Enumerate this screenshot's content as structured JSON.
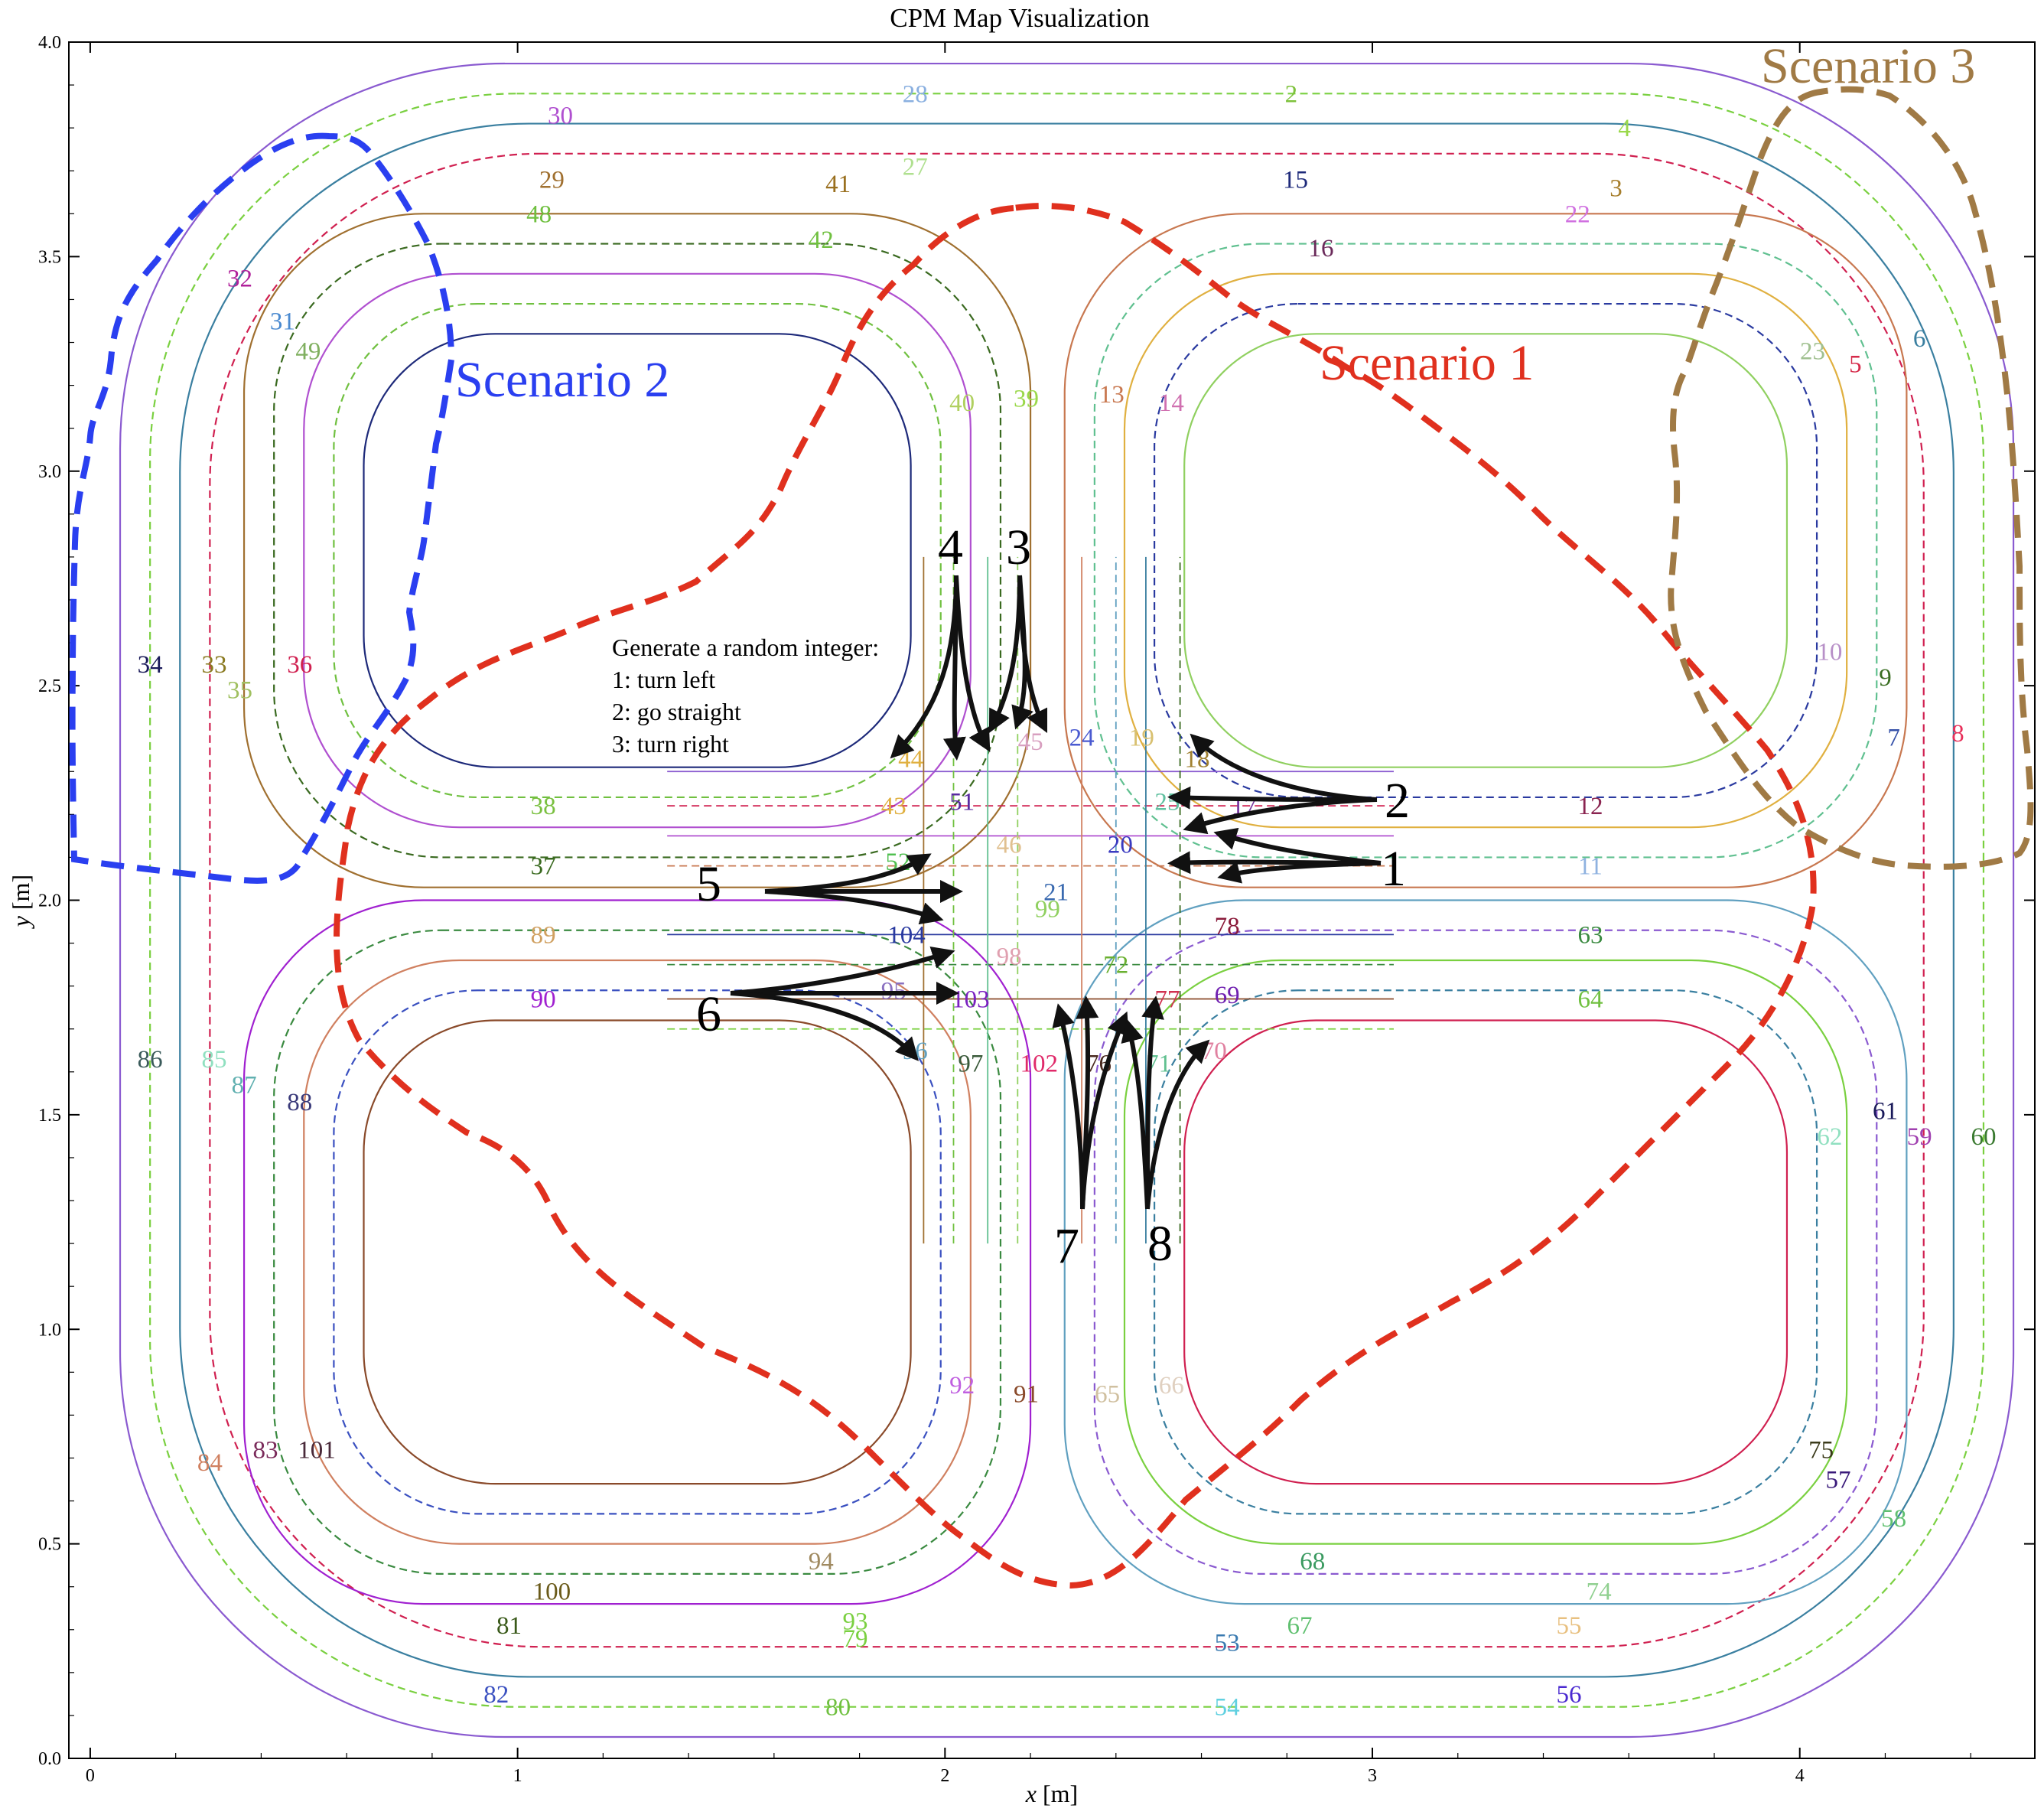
{
  "chart_data": {
    "type": "diagram",
    "title": "CPM Map Visualization",
    "xlabel_var": "x",
    "xlabel_unit": " [m]",
    "ylabel_var": "y",
    "ylabel_unit": " [m]",
    "xlim": [
      -0.05,
      4.55
    ],
    "ylim": [
      0.0,
      4.0
    ],
    "xticks": [
      "0",
      "1",
      "2",
      "3",
      "4"
    ],
    "xtick_values": [
      0,
      1,
      2,
      3,
      4
    ],
    "yticks": [
      "0.0",
      "0.5",
      "1.0",
      "1.5",
      "2.0",
      "2.5",
      "3.0",
      "3.5",
      "4.0"
    ],
    "ytick_values": [
      0.0,
      0.5,
      1.0,
      1.5,
      2.0,
      2.5,
      3.0,
      3.5,
      4.0
    ],
    "scenarios": [
      {
        "label": "Scenario 1",
        "color": "#e0301e"
      },
      {
        "label": "Scenario 2",
        "color": "#2a3ff0"
      },
      {
        "label": "Scenario 3",
        "color": "#a07a45"
      }
    ],
    "instruction_lines": [
      "Generate a random integer:",
      "1: turn left",
      "2: go straight",
      "3: turn right"
    ],
    "entry_labels": [
      "1",
      "2",
      "3",
      "4",
      "5",
      "6",
      "7",
      "8"
    ],
    "lane_labels": [
      {
        "t": "2",
        "x": 2.81,
        "y": 3.88,
        "c": "#7ec23c"
      },
      {
        "t": "3",
        "x": 3.57,
        "y": 3.66,
        "c": "#a67e2c"
      },
      {
        "t": "4",
        "x": 3.59,
        "y": 3.8,
        "c": "#9ad84a"
      },
      {
        "t": "5",
        "x": 4.13,
        "y": 3.25,
        "c": "#d62a4a"
      },
      {
        "t": "6",
        "x": 4.28,
        "y": 3.31,
        "c": "#3a7fa0"
      },
      {
        "t": "7",
        "x": 4.22,
        "y": 2.38,
        "c": "#3450a8"
      },
      {
        "t": "8",
        "x": 4.37,
        "y": 2.39,
        "c": "#e8305a"
      },
      {
        "t": "9",
        "x": 4.2,
        "y": 2.52,
        "c": "#3a6e22"
      },
      {
        "t": "10",
        "x": 4.07,
        "y": 2.58,
        "c": "#b890c8"
      },
      {
        "t": "11",
        "x": 3.51,
        "y": 2.08,
        "c": "#8fb2e0"
      },
      {
        "t": "12",
        "x": 3.51,
        "y": 2.22,
        "c": "#8a2450"
      },
      {
        "t": "13",
        "x": 2.39,
        "y": 3.18,
        "c": "#c87850"
      },
      {
        "t": "14",
        "x": 2.53,
        "y": 3.16,
        "c": "#d070b0"
      },
      {
        "t": "15",
        "x": 2.82,
        "y": 3.68,
        "c": "#1e2a7a"
      },
      {
        "t": "16",
        "x": 2.88,
        "y": 3.52,
        "c": "#6a2a5a"
      },
      {
        "t": "17",
        "x": 2.7,
        "y": 2.22,
        "c": "#7a3aa0"
      },
      {
        "t": "18",
        "x": 2.59,
        "y": 2.33,
        "c": "#a08030"
      },
      {
        "t": "19",
        "x": 2.46,
        "y": 2.38,
        "c": "#d8c070"
      },
      {
        "t": "20",
        "x": 2.41,
        "y": 2.13,
        "c": "#3a3ac0"
      },
      {
        "t": "21",
        "x": 2.26,
        "y": 2.02,
        "c": "#3a6ab0"
      },
      {
        "t": "22",
        "x": 3.48,
        "y": 3.6,
        "c": "#d070e0"
      },
      {
        "t": "23",
        "x": 4.03,
        "y": 3.28,
        "c": "#a0c090"
      },
      {
        "t": "24",
        "x": 2.32,
        "y": 2.38,
        "c": "#4a5ad0"
      },
      {
        "t": "25",
        "x": 2.52,
        "y": 2.23,
        "c": "#60c0a0"
      },
      {
        "t": "27",
        "x": 1.93,
        "y": 3.71,
        "c": "#b0e090"
      },
      {
        "t": "28",
        "x": 1.93,
        "y": 3.88,
        "c": "#8ab0e0"
      },
      {
        "t": "29",
        "x": 1.08,
        "y": 3.68,
        "c": "#a07030"
      },
      {
        "t": "30",
        "x": 1.1,
        "y": 3.83,
        "c": "#b050d0"
      },
      {
        "t": "31",
        "x": 0.45,
        "y": 3.35,
        "c": "#4a8ad0"
      },
      {
        "t": "32",
        "x": 0.35,
        "y": 3.45,
        "c": "#b0209a"
      },
      {
        "t": "33",
        "x": 0.29,
        "y": 2.55,
        "c": "#8a7a20"
      },
      {
        "t": "34",
        "x": 0.14,
        "y": 2.55,
        "c": "#1a1a5a"
      },
      {
        "t": "35",
        "x": 0.35,
        "y": 2.49,
        "c": "#a0c060"
      },
      {
        "t": "36",
        "x": 0.49,
        "y": 2.55,
        "c": "#d02050"
      },
      {
        "t": "37",
        "x": 1.06,
        "y": 2.08,
        "c": "#3a6a20"
      },
      {
        "t": "38",
        "x": 1.06,
        "y": 2.22,
        "c": "#7ac040"
      },
      {
        "t": "39",
        "x": 2.19,
        "y": 3.17,
        "c": "#9ad84a"
      },
      {
        "t": "40",
        "x": 2.04,
        "y": 3.16,
        "c": "#b0d060"
      },
      {
        "t": "41",
        "x": 1.75,
        "y": 3.67,
        "c": "#9a7020"
      },
      {
        "t": "42",
        "x": 1.71,
        "y": 3.54,
        "c": "#70c040"
      },
      {
        "t": "43",
        "x": 1.88,
        "y": 2.22,
        "c": "#e0b040"
      },
      {
        "t": "44",
        "x": 1.92,
        "y": 2.33,
        "c": "#e0b040"
      },
      {
        "t": "45",
        "x": 2.2,
        "y": 2.37,
        "c": "#d8a0c0"
      },
      {
        "t": "46",
        "x": 2.15,
        "y": 2.13,
        "c": "#e0c090"
      },
      {
        "t": "48",
        "x": 1.05,
        "y": 3.6,
        "c": "#70c040"
      },
      {
        "t": "49",
        "x": 0.51,
        "y": 3.28,
        "c": "#80b060"
      },
      {
        "t": "51",
        "x": 2.04,
        "y": 2.23,
        "c": "#5a2aa0"
      },
      {
        "t": "52",
        "x": 1.89,
        "y": 2.09,
        "c": "#50c050"
      },
      {
        "t": "53",
        "x": 2.66,
        "y": 0.27,
        "c": "#3a7ab0"
      },
      {
        "t": "54",
        "x": 2.66,
        "y": 0.12,
        "c": "#60d0e0"
      },
      {
        "t": "55",
        "x": 3.46,
        "y": 0.31,
        "c": "#e8c080"
      },
      {
        "t": "56",
        "x": 3.46,
        "y": 0.15,
        "c": "#4a2ad0"
      },
      {
        "t": "57",
        "x": 4.09,
        "y": 0.65,
        "c": "#3a1a7a"
      },
      {
        "t": "58",
        "x": 4.22,
        "y": 0.56,
        "c": "#60c070"
      },
      {
        "t": "59",
        "x": 4.28,
        "y": 1.45,
        "c": "#a040b0"
      },
      {
        "t": "60",
        "x": 4.43,
        "y": 1.45,
        "c": "#3a7a30"
      },
      {
        "t": "61",
        "x": 4.2,
        "y": 1.51,
        "c": "#1a1a5a"
      },
      {
        "t": "62",
        "x": 4.07,
        "y": 1.45,
        "c": "#90e0c0"
      },
      {
        "t": "63",
        "x": 3.51,
        "y": 1.92,
        "c": "#3a8a40"
      },
      {
        "t": "64",
        "x": 3.51,
        "y": 1.77,
        "c": "#70c040"
      },
      {
        "t": "65",
        "x": 2.38,
        "y": 0.85,
        "c": "#d0c0a0"
      },
      {
        "t": "66",
        "x": 2.53,
        "y": 0.87,
        "c": "#e0d0c0"
      },
      {
        "t": "67",
        "x": 2.83,
        "y": 0.31,
        "c": "#60c070"
      },
      {
        "t": "68",
        "x": 2.86,
        "y": 0.46,
        "c": "#3a9a60"
      },
      {
        "t": "69",
        "x": 2.66,
        "y": 1.78,
        "c": "#7020b0"
      },
      {
        "t": "70",
        "x": 2.63,
        "y": 1.65,
        "c": "#e080a0"
      },
      {
        "t": "71",
        "x": 2.5,
        "y": 1.62,
        "c": "#60c090"
      },
      {
        "t": "72",
        "x": 2.4,
        "y": 1.85,
        "c": "#6ab030"
      },
      {
        "t": "74",
        "x": 3.53,
        "y": 0.39,
        "c": "#90d090"
      },
      {
        "t": "75",
        "x": 4.05,
        "y": 0.72,
        "c": "#3a3a1a"
      },
      {
        "t": "76",
        "x": 2.36,
        "y": 1.62,
        "c": "#4a2a20"
      },
      {
        "t": "77",
        "x": 2.52,
        "y": 1.77,
        "c": "#d03050"
      },
      {
        "t": "78",
        "x": 2.66,
        "y": 1.94,
        "c": "#8a1a3a"
      },
      {
        "t": "79",
        "x": 1.79,
        "y": 0.28,
        "c": "#7ad040"
      },
      {
        "t": "80",
        "x": 1.75,
        "y": 0.12,
        "c": "#70c040"
      },
      {
        "t": "81",
        "x": 0.98,
        "y": 0.31,
        "c": "#3a5a1a"
      },
      {
        "t": "82",
        "x": 0.95,
        "y": 0.15,
        "c": "#3a50c0"
      },
      {
        "t": "83",
        "x": 0.41,
        "y": 0.72,
        "c": "#7a2a5a"
      },
      {
        "t": "84",
        "x": 0.28,
        "y": 0.69,
        "c": "#d08060"
      },
      {
        "t": "85",
        "x": 0.29,
        "y": 1.63,
        "c": "#90e0c0"
      },
      {
        "t": "86",
        "x": 0.14,
        "y": 1.63,
        "c": "#3a5a5a"
      },
      {
        "t": "87",
        "x": 0.36,
        "y": 1.57,
        "c": "#60b0b0"
      },
      {
        "t": "88",
        "x": 0.49,
        "y": 1.53,
        "c": "#3a3a7a"
      },
      {
        "t": "89",
        "x": 1.06,
        "y": 1.92,
        "c": "#d0a060"
      },
      {
        "t": "90",
        "x": 1.06,
        "y": 1.77,
        "c": "#a020d0"
      },
      {
        "t": "91",
        "x": 2.19,
        "y": 0.85,
        "c": "#8a4a2a"
      },
      {
        "t": "92",
        "x": 2.04,
        "y": 0.87,
        "c": "#c060e0"
      },
      {
        "t": "93",
        "x": 1.79,
        "y": 0.32,
        "c": "#7ad040"
      },
      {
        "t": "94",
        "x": 1.71,
        "y": 0.46,
        "c": "#a08a60"
      },
      {
        "t": "95",
        "x": 1.88,
        "y": 1.79,
        "c": "#8a70c0"
      },
      {
        "t": "96",
        "x": 1.93,
        "y": 1.65,
        "c": "#60a0c0"
      },
      {
        "t": "97",
        "x": 2.06,
        "y": 1.62,
        "c": "#3a5a3a"
      },
      {
        "t": "98",
        "x": 2.15,
        "y": 1.87,
        "c": "#e0a0b0"
      },
      {
        "t": "99",
        "x": 2.24,
        "y": 1.98,
        "c": "#90d060"
      },
      {
        "t": "100",
        "x": 1.08,
        "y": 0.39,
        "c": "#6a5a1a"
      },
      {
        "t": "101",
        "x": 0.53,
        "y": 0.72,
        "c": "#4a2a3a"
      },
      {
        "t": "102",
        "x": 2.22,
        "y": 1.62,
        "c": "#e02a6a"
      },
      {
        "t": "103",
        "x": 2.06,
        "y": 1.77,
        "c": "#7a20c0"
      },
      {
        "t": "104",
        "x": 1.91,
        "y": 1.92,
        "c": "#2a3aa0"
      }
    ]
  }
}
